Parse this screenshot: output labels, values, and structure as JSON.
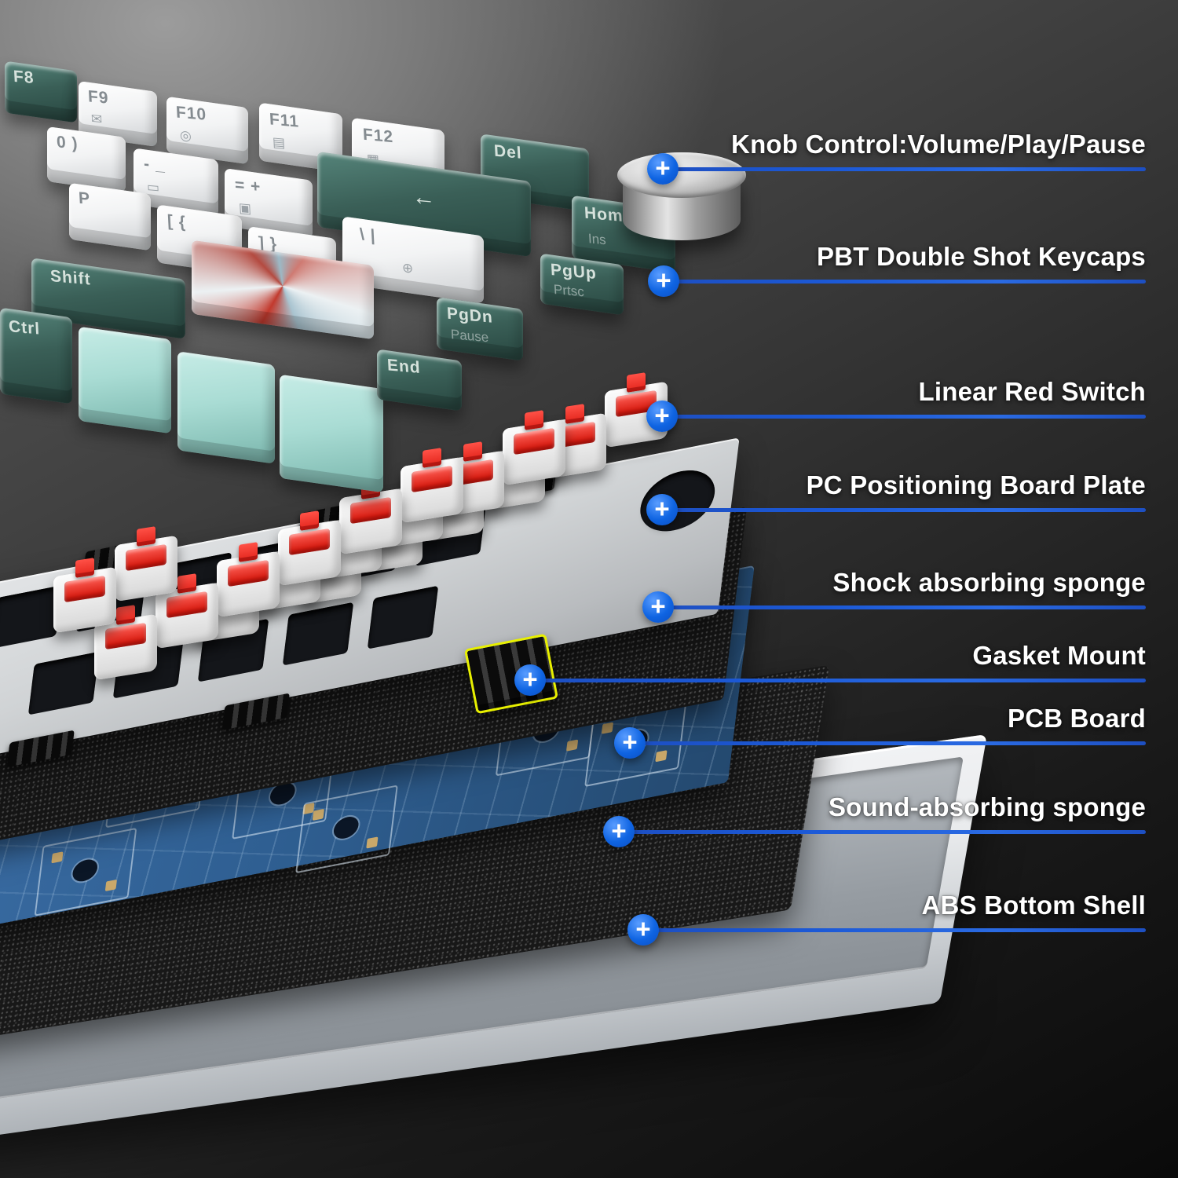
{
  "ui": {
    "plus_glyph": "+"
  },
  "colors": {
    "line_blue": "#1c59d6",
    "marker_blue": "#0f64e2",
    "label_text": "#ffffff",
    "key_white": "#f2f3f4",
    "key_green": "#3a5f57",
    "key_mint": "#a9dcd4",
    "switch_red": "#e2231a",
    "plate_gray": "#d0d3d5",
    "pcb_blue": "#2f5f92",
    "sponge_black": "#151515",
    "shell_gray": "#e9ebed",
    "gasket_highlight_yellow": "#e8f000"
  },
  "annotations": [
    {
      "label": "Knob Control:Volume/Play/Pause"
    },
    {
      "label": "PBT Double Shot Keycaps"
    },
    {
      "label": "Linear Red Switch"
    },
    {
      "label": "PC Positioning Board Plate"
    },
    {
      "label": "Shock absorbing sponge"
    },
    {
      "label": "Gasket Mount"
    },
    {
      "label": "PCB Board"
    },
    {
      "label": "Sound-absorbing sponge"
    },
    {
      "label": "ABS Bottom Shell"
    }
  ],
  "keyboard": {
    "keys": [
      {
        "label": "F8",
        "sub": "",
        "color": "green"
      },
      {
        "label": "F9",
        "sub": "✉",
        "color": "white"
      },
      {
        "label": "F10",
        "sub": "◎",
        "color": "white"
      },
      {
        "label": "F11",
        "sub": "▤",
        "color": "white"
      },
      {
        "label": "F12",
        "sub": "▦",
        "color": "white"
      },
      {
        "label": "Del",
        "sub": "",
        "color": "green"
      },
      {
        "label": "0 )",
        "sub": "",
        "color": "white"
      },
      {
        "label": "- _",
        "sub": "▭",
        "color": "white"
      },
      {
        "label": "= +",
        "sub": "▣",
        "color": "white"
      },
      {
        "label": "←",
        "sub": "",
        "color": "green"
      },
      {
        "label": "Home",
        "sub": "Ins",
        "color": "green"
      },
      {
        "label": "P",
        "sub": "",
        "color": "white"
      },
      {
        "label": "[ {",
        "sub": "",
        "color": "white"
      },
      {
        "label": "] }",
        "sub": "",
        "color": "white"
      },
      {
        "label": "\\ |",
        "sub": "⊕",
        "color": "white"
      },
      {
        "label": "PgUp",
        "sub": "Prtsc",
        "color": "green"
      },
      {
        "label": "Shift",
        "sub": "",
        "color": "green"
      },
      {
        "label": "",
        "sub": "",
        "color": "art"
      },
      {
        "label": "PgDn",
        "sub": "Pause",
        "color": "green"
      },
      {
        "label": "Ctrl",
        "sub": "",
        "color": "green"
      },
      {
        "label": "",
        "sub": "",
        "color": "mint"
      },
      {
        "label": "",
        "sub": "",
        "color": "mint"
      },
      {
        "label": "",
        "sub": "",
        "color": "mint"
      },
      {
        "label": "End",
        "sub": "",
        "color": "green"
      }
    ]
  }
}
